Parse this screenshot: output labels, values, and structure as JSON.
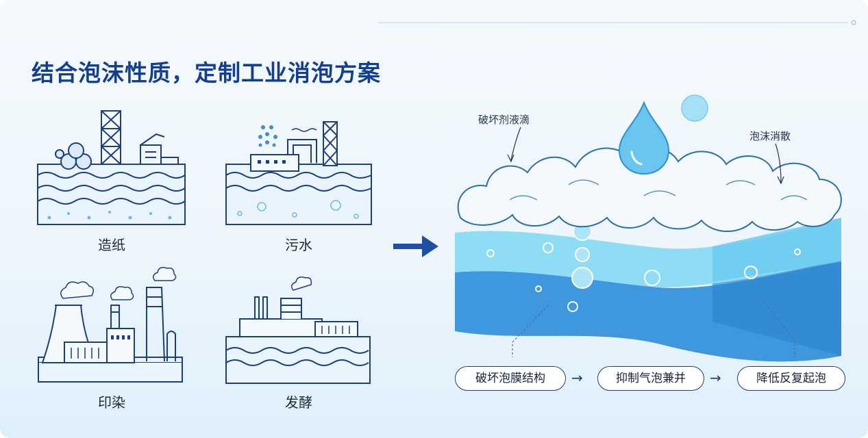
{
  "title": "结合泡沫性质，定制工业消泡方案",
  "industries": [
    {
      "label": "造纸",
      "icon": "paper-mill-icon"
    },
    {
      "label": "污水",
      "icon": "sewage-plant-icon"
    },
    {
      "label": "印染",
      "icon": "dyeing-factory-icon"
    },
    {
      "label": "发酵",
      "icon": "fermentation-plant-icon"
    }
  ],
  "diagram": {
    "drop_label": "破坏剂液滴",
    "foam_label": "泡沫消散"
  },
  "steps": [
    "破坏泡膜结构",
    "抑制气泡兼并",
    "降低反复起泡"
  ],
  "step_arrow": "→",
  "colors": {
    "title": "#123f8f",
    "line_art": "#1b3f7c",
    "water_light": "#8fdcf5",
    "water_deep": "#3f97dd",
    "pill_border": "#1e3f7a"
  }
}
